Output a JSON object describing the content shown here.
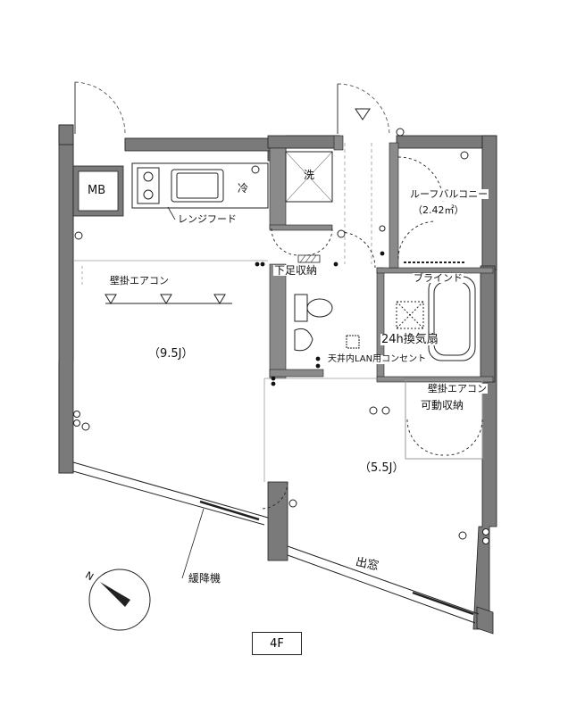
{
  "labels": {
    "mb": "MB",
    "range_hood": "レンジフード",
    "fridge": "冷",
    "washer": "洗",
    "roof_balcony": "ルーフバルコニー",
    "roof_balcony_area": "（2.42㎡）",
    "shoe_storage": "下足収納",
    "blind": "ブラインド",
    "wall_ac_1": "壁掛エアコン",
    "room1": "（9.5J）",
    "vent_fan": "24h換気扇",
    "ceiling_lan": "天井内LAN用コンセント",
    "wall_ac_2": "壁掛エアコン",
    "movable_storage": "可動収納",
    "room2": "（5.5J）",
    "bay_window": "出窓",
    "escape_device": "緩降機",
    "north": "N",
    "floor": "4F"
  },
  "colors": {
    "wall": "#7a7a7a",
    "line": "#222222",
    "thin": "#9a9a9a"
  }
}
